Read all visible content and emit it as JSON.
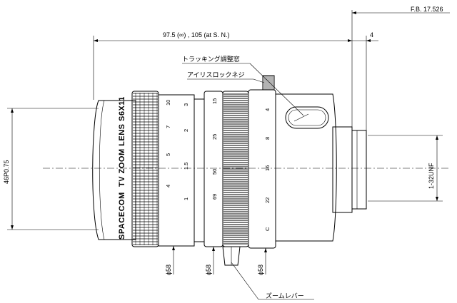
{
  "drawing": {
    "fb_label": "F.B. 17.526",
    "length_label": "97.5 (∞) , 105 (at S. N.)",
    "four_label": "4",
    "thread_label": "46P0.75",
    "mount_label": "1-32UNF",
    "tracking_window_label": "トラッキング調整窓",
    "iris_screw_label": "アイリスロックネジ",
    "zoom_lever_label": "ズームレバー",
    "dia_labels": [
      "ϕ58",
      "ϕ58",
      "ϕ58"
    ]
  },
  "lens": {
    "brand": "SPACECOM",
    "line1": "TV  ZOOM  LENS",
    "model": "S6X11"
  },
  "scales": {
    "distance_a": [
      "10",
      "7",
      "5",
      "4",
      "1"
    ],
    "distance_b": [
      "3",
      "2",
      "1.5"
    ],
    "zoom": [
      "15",
      "25",
      "50",
      "69"
    ],
    "iris": [
      "4",
      "8",
      "16",
      "22",
      "C"
    ]
  }
}
